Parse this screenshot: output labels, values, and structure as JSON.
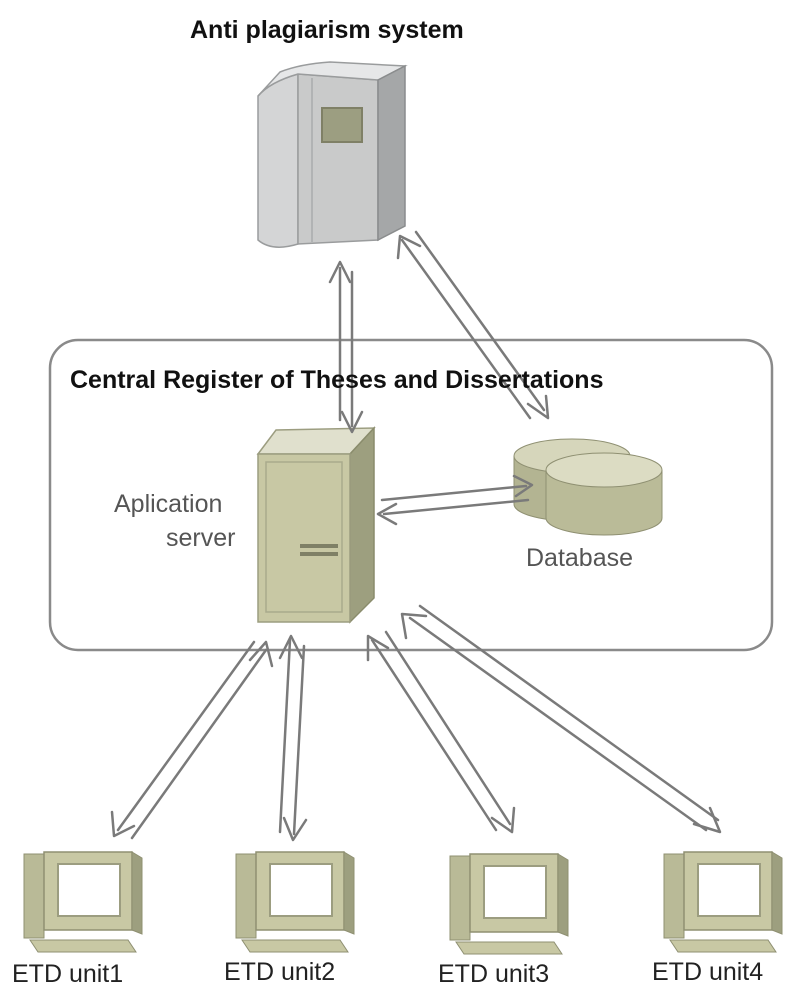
{
  "title": "Anti plagiarism system",
  "central_box_label": "Central Register of Theses and Dissertations",
  "app_server_label": [
    "Aplication",
    "server"
  ],
  "database_label": "Database",
  "units": [
    "ETD unit1",
    "ETD unit2",
    "ETD unit3",
    "ETD unit4"
  ],
  "colors": {
    "server_face": "#c9caca",
    "server_side": "#a5a7a8",
    "equipment_face": "#c8c8a4",
    "equipment_dark": "#9d9f7f",
    "arrow_stroke": "#7a7a7a",
    "box_stroke": "#888888"
  },
  "icons": {
    "anti_plagiarism_system": "tower-server-icon",
    "application_server": "server-cabinet-icon",
    "database": "database-disks-icon",
    "etd_unit": "desktop-computer-icon"
  }
}
